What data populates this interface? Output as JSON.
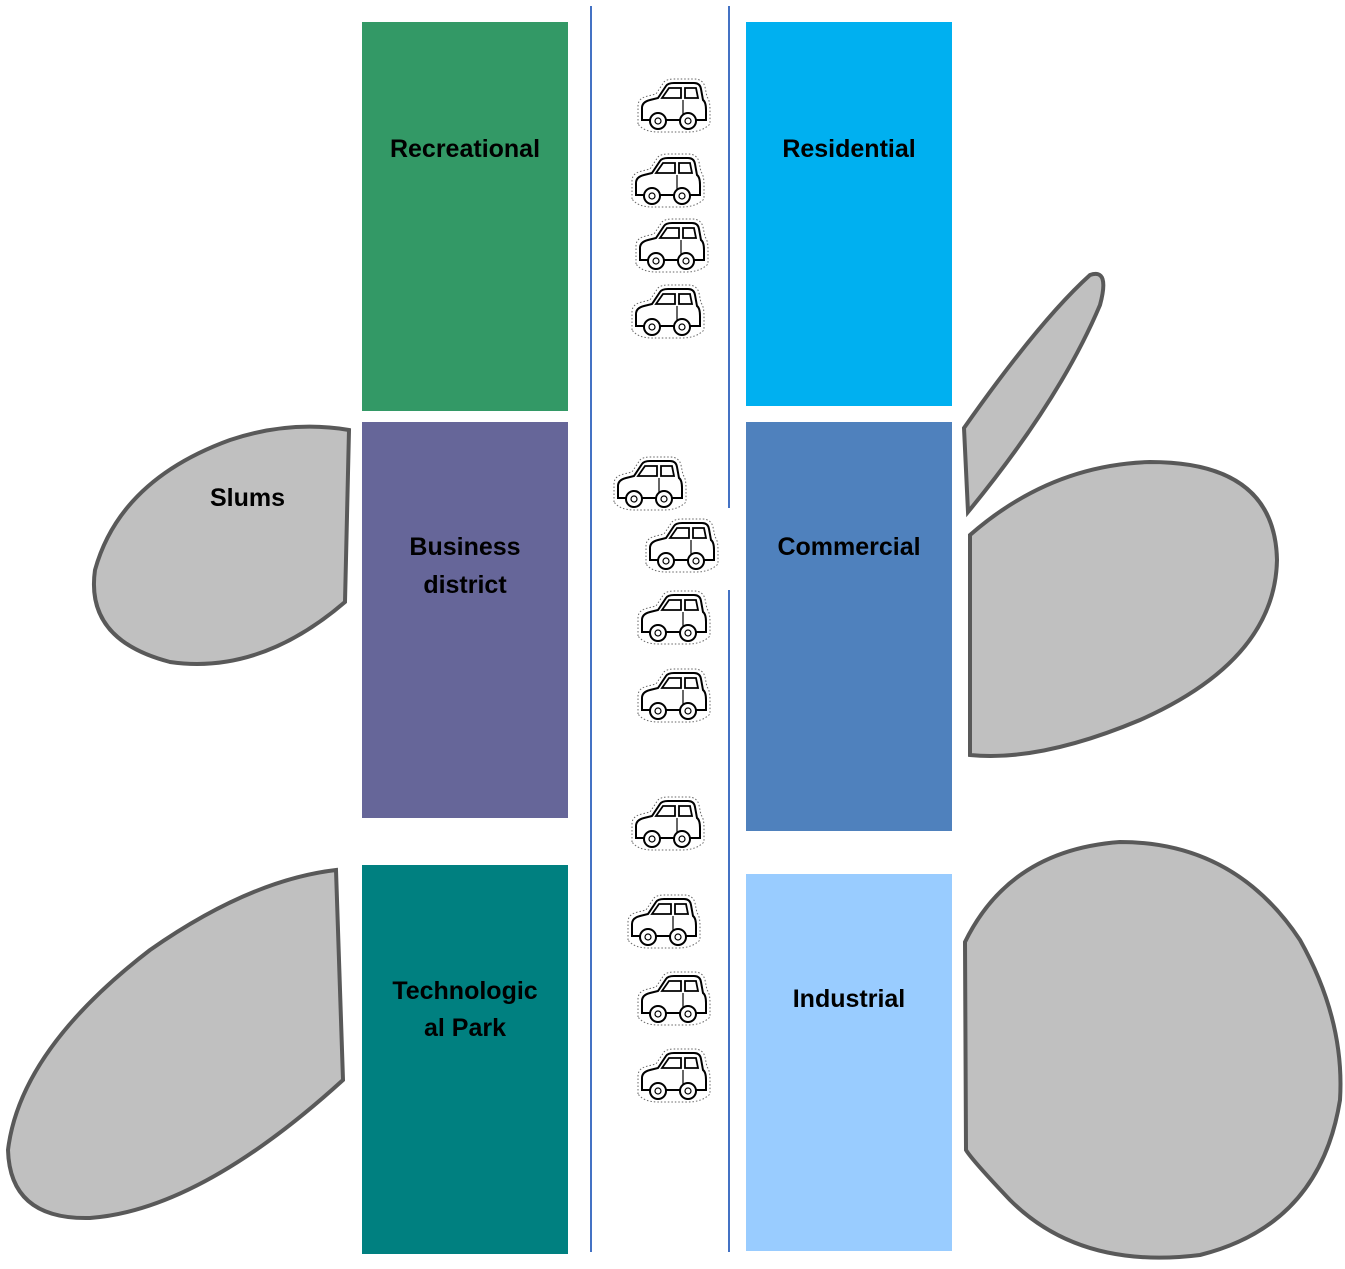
{
  "zones": {
    "recreational": {
      "label": "Recreational",
      "color": "#339966"
    },
    "residential": {
      "label": "Residential",
      "color": "#00B0F0"
    },
    "business": {
      "label_line1": "Business",
      "label_line2": "district",
      "color": "#666699"
    },
    "commercial": {
      "label": "Commercial",
      "color": "#4F81BD"
    },
    "technological": {
      "label_line1": "Technologic",
      "label_line2": "al Park",
      "color": "#008080"
    },
    "industrial": {
      "label": "Industrial",
      "color": "#99CCFF"
    }
  },
  "blobs": {
    "slums": {
      "label": "Slums",
      "fill": "#C0C0C0",
      "stroke": "#595959"
    }
  },
  "road": {
    "line_color": "#4472C4"
  },
  "icons": {
    "vehicle": "car-icon",
    "vehicle_count": 12
  }
}
